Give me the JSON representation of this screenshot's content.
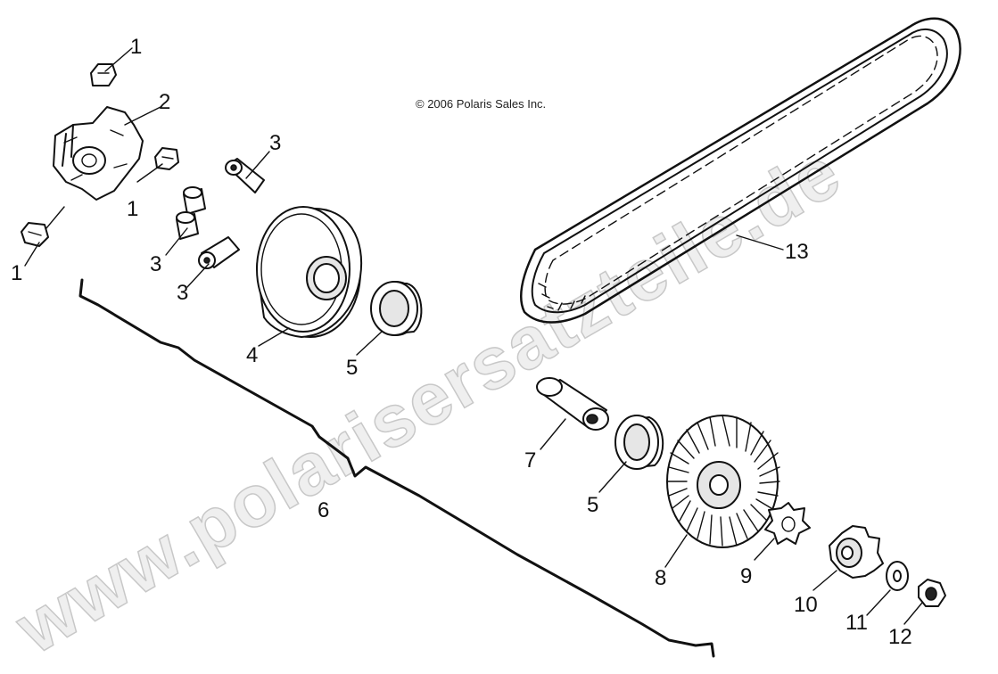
{
  "copyright": "© 2006 Polaris Sales Inc.",
  "watermark": "www.polarisersatzteile.de",
  "callouts": [
    "1",
    "2",
    "1",
    "1",
    "3",
    "3",
    "3",
    "4",
    "5",
    "6",
    "13",
    "7",
    "5",
    "8",
    "9",
    "10",
    "11",
    "12"
  ]
}
